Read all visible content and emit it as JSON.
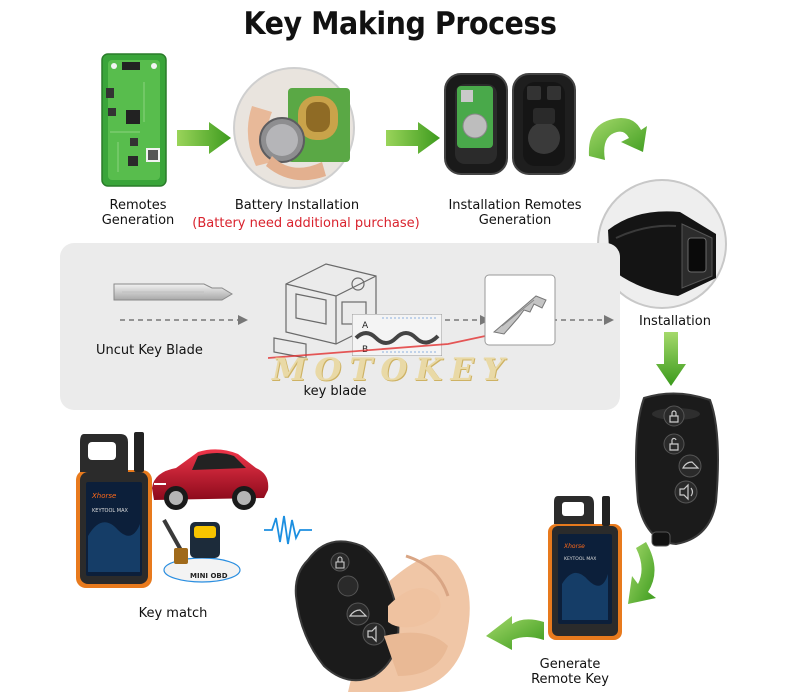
{
  "title": "Key Making Process",
  "steps": {
    "remotes_generation": "Remotes\nGeneration",
    "battery_installation": "Battery Installation",
    "battery_note": "(Battery need additional purchase)",
    "installation_remotes_generation": "Installation Remotes\nGeneration",
    "installation": "Installation",
    "uncut_key_blade": "Uncut Key  Blade",
    "key_blade": "key blade",
    "key_match": "Key match",
    "generate_remote_key": "Generate\nRemote Key"
  },
  "watermark": "MOTOKEY",
  "device": {
    "brand": "Xhorse",
    "model": "KEYTOOL MAX",
    "adapter_label": "MINI OBD"
  },
  "blade_labels": {
    "a": "A",
    "b": "B"
  },
  "colors": {
    "arrow_green": "#5fbe2c",
    "arrow_green_dark": "#3d8f1a",
    "note_red": "#d9232e",
    "panel_gray": "#ebebeb",
    "pcb_green": "#3aa53a",
    "car_red": "#c8102e",
    "device_orange": "#e87a1d"
  }
}
